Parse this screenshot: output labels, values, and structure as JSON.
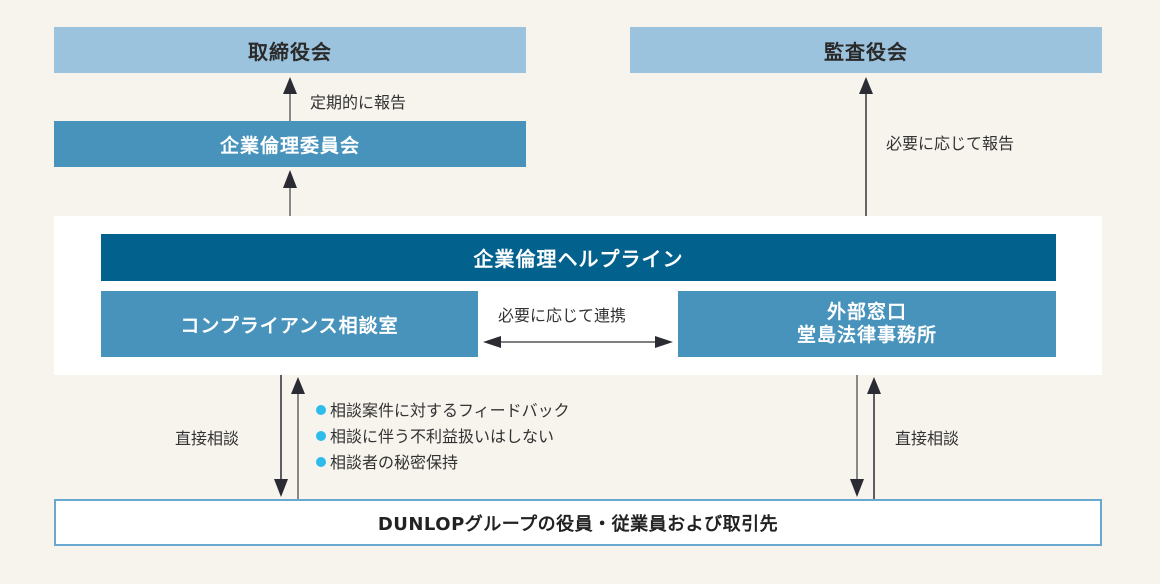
{
  "nodes": {
    "board": "取締役会",
    "auditors": "監査役会",
    "ethics_committee": "企業倫理委員会",
    "helpline": "企業倫理ヘルプライン",
    "compliance_office": "コンプライアンス相談室",
    "external_line1": "外部窓口",
    "external_line2": "堂島法律事務所",
    "stakeholders": "DUNLOPグループの役員・従業員および取引先"
  },
  "labels": {
    "regular_report": "定期的に報告",
    "report_as_needed": "必要に応じて報告",
    "cooperate_as_needed": "必要に応じて連携",
    "direct_consult_left": "直接相談",
    "direct_consult_right": "直接相談"
  },
  "feedback_points": [
    "相談案件に対するフィードバック",
    "相談に伴う不利益扱いはしない",
    "相談者の秘密保持"
  ],
  "colors": {
    "background": "#f7f3ed",
    "light_box": "#9cc3dd",
    "mid_box": "#4893bb",
    "dark_box": "#03618d",
    "bullet": "#2ebcec",
    "arrow": "#2b2b33"
  }
}
